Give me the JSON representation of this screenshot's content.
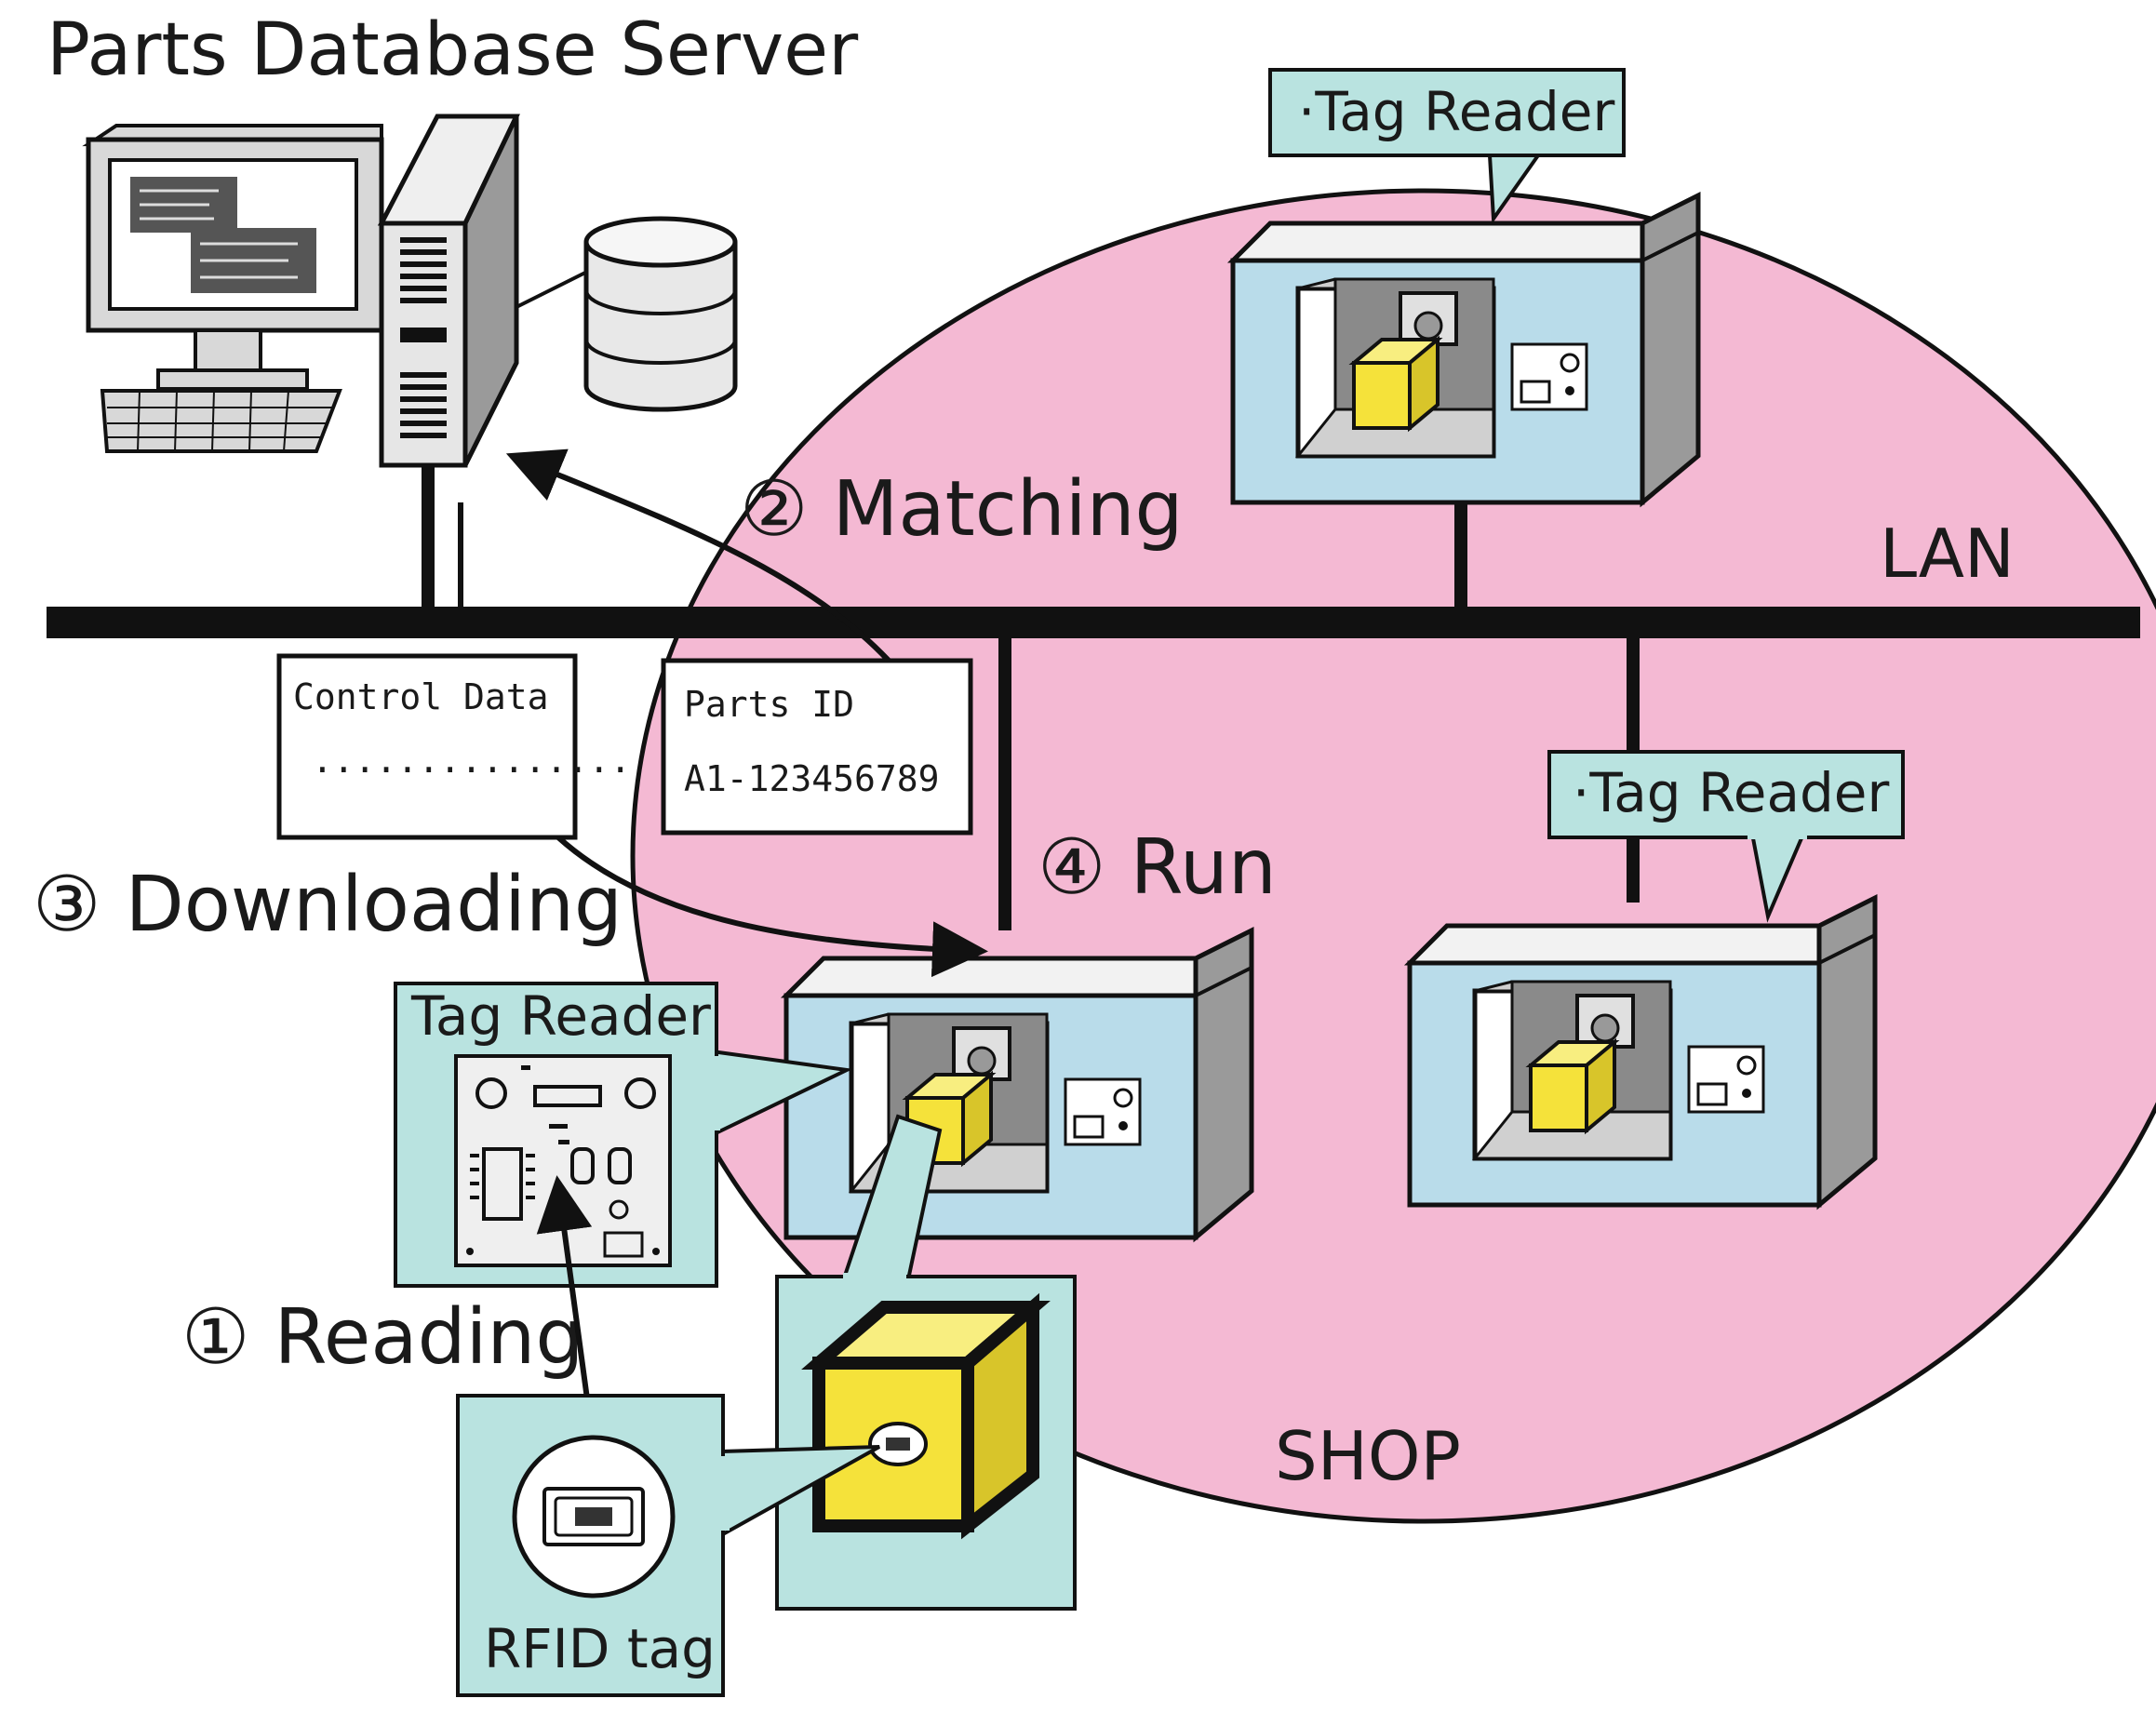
{
  "title": "Parts Database Server",
  "network": {
    "label": "LAN"
  },
  "zone": {
    "label": "SHOP"
  },
  "steps": {
    "reading": "① Reading",
    "matching": "② Matching",
    "downloading": "③ Downloading",
    "run": "④ Run"
  },
  "callouts": {
    "tag_reader_top": "·Tag Reader",
    "tag_reader_right": "·Tag Reader",
    "tag_reader_board": "Tag Reader",
    "rfid_tag": "RFID tag"
  },
  "data_boxes": {
    "control_data": {
      "label": "Control Data",
      "value": "..............."
    },
    "parts_id": {
      "label": "Parts ID",
      "value": "A1-123456789"
    }
  },
  "colors": {
    "shop_zone": "#f4b9d3",
    "callout_fill": "#b9e3e0",
    "machine_body": "#b9dcea",
    "machine_top": "#f2f2f2",
    "machine_side": "#9a9a9a",
    "part_cube": "#f5e23a",
    "bus": "#111111"
  }
}
